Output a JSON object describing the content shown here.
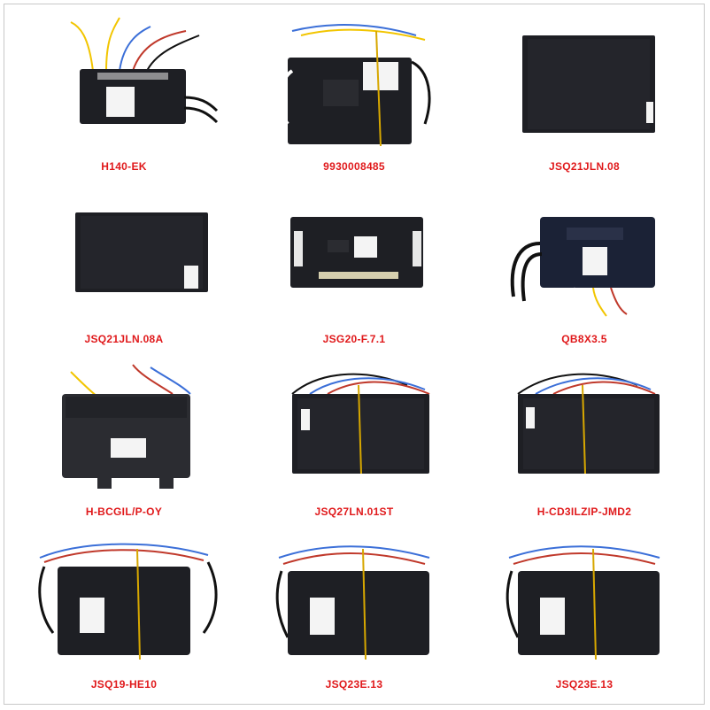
{
  "items": [
    {
      "label": "H140-EK"
    },
    {
      "label": "9930008485"
    },
    {
      "label": "JSQ21JLN.08"
    },
    {
      "label": "JSQ21JLN.08A"
    },
    {
      "label": "JSG20-F.7.1"
    },
    {
      "label": "QB8X3.5"
    },
    {
      "label": "H-BCGIL/P-OY"
    },
    {
      "label": "JSQ27LN.01ST"
    },
    {
      "label": "H-CD3ILZIP-JMD2"
    },
    {
      "label": "JSQ19-HE10"
    },
    {
      "label": "JSQ23E.13"
    },
    {
      "label": "JSQ23E.13"
    }
  ],
  "colors": {
    "caption": "#e0191b",
    "box": "#1e1f24",
    "wire_a": "#f2c500",
    "wire_b": "#c0392b",
    "wire_c": "#3b6fd8"
  }
}
